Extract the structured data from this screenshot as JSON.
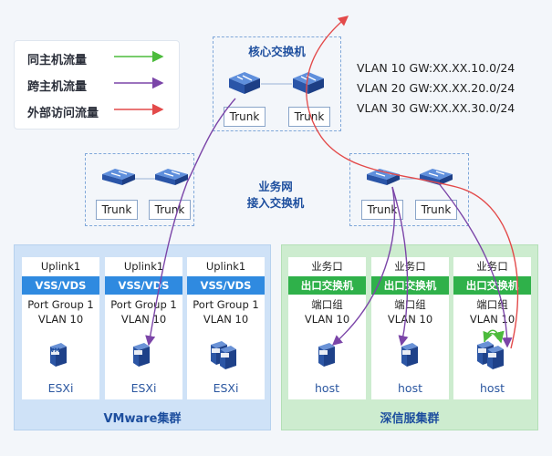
{
  "legend": [
    {
      "label": "同主机流量",
      "color": "#4cbb3c"
    },
    {
      "label": "跨主机流量",
      "color": "#7b45a8"
    },
    {
      "label": "外部访问流量",
      "color": "#e34a4a"
    }
  ],
  "gateways": [
    "VLAN 10 GW:XX.XX.10.0/24",
    "VLAN 20 GW:XX.XX.20.0/24",
    "VLAN 30 GW:XX.XX.30.0/24"
  ],
  "core": {
    "title": "核心交换机",
    "trunks": [
      "Trunk",
      "Trunk"
    ]
  },
  "access": {
    "title_line1": "业务网",
    "title_line2": "接入交换机",
    "left_trunks": [
      "Trunk",
      "Trunk"
    ],
    "right_trunks": [
      "Trunk",
      "Trunk"
    ]
  },
  "vmware": {
    "title": "VMware集群",
    "columns": [
      {
        "head": "Uplink1",
        "bar": "VSS/VDS",
        "pg1": "Port Group 1",
        "pg2": "VLAN 10",
        "foot": "ESXi"
      },
      {
        "head": "Uplink1",
        "bar": "VSS/VDS",
        "pg1": "Port Group 1",
        "pg2": "VLAN 10",
        "foot": "ESXi"
      },
      {
        "head": "Uplink1",
        "bar": "VSS/VDS",
        "pg1": "Port Group 1",
        "pg2": "VLAN 10",
        "foot": "ESXi"
      }
    ]
  },
  "sangfor": {
    "title": "深信服集群",
    "columns": [
      {
        "head": "业务口",
        "bar": "出口交换机",
        "pg1": "端口组",
        "pg2": "VLAN 10",
        "foot": "host"
      },
      {
        "head": "业务口",
        "bar": "出口交换机",
        "pg1": "端口组",
        "pg2": "VLAN 10",
        "foot": "host"
      },
      {
        "head": "业务口",
        "bar": "出口交换机",
        "pg1": "端口组",
        "pg2": "VLAN 10",
        "foot": "host"
      }
    ]
  },
  "vm_badge": "VM",
  "colors": {
    "vmware_bar": "#2f8ae0",
    "sangfor_bar": "#2fb14a",
    "vmware_bg": "#cfe2f7",
    "sangfor_bg": "#cdeccf",
    "switch": "#2d5fb8"
  }
}
